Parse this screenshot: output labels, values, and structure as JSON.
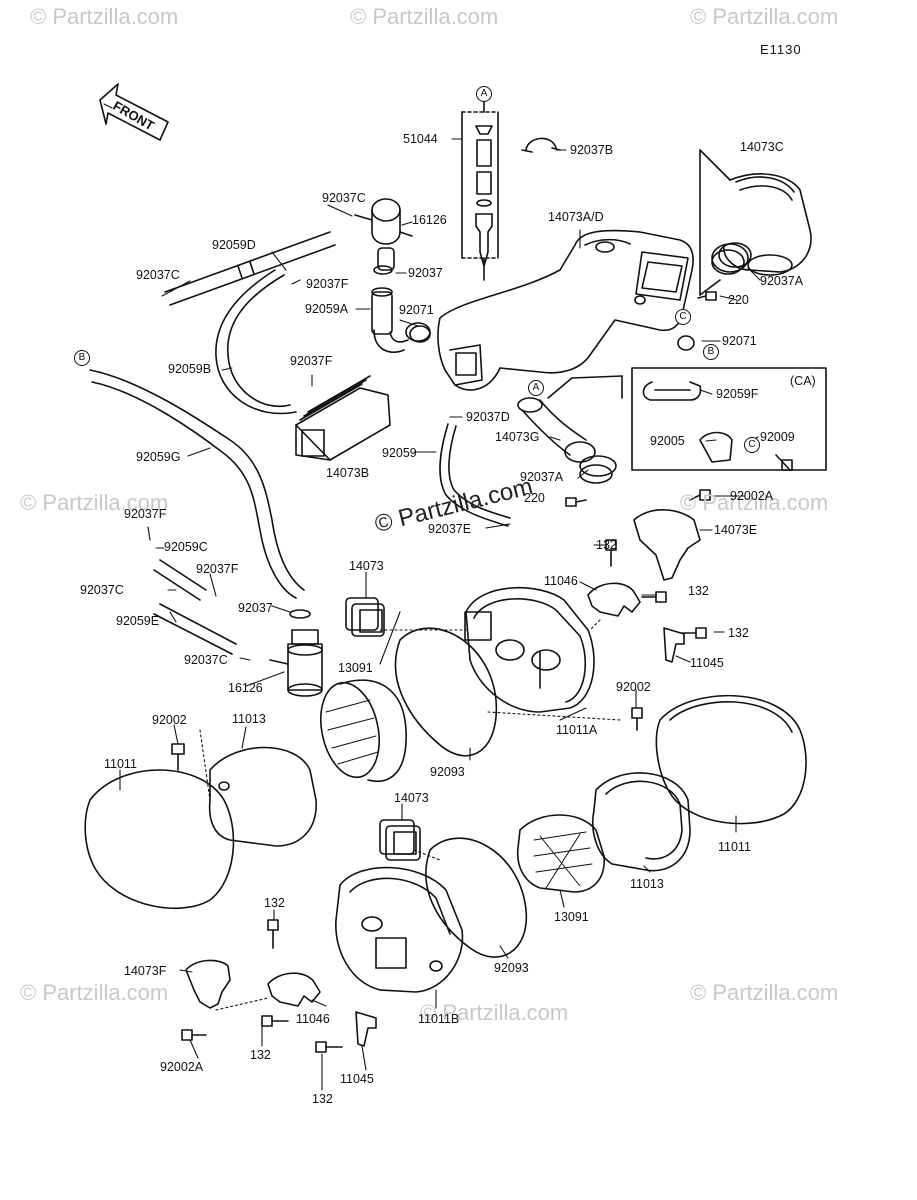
{
  "diagram_code": "E1130",
  "front_label": "FRONT",
  "variant_label": "(CA)",
  "center_watermark": "© Partzilla.com",
  "watermarks": [
    "© Partzilla.com",
    "© Partzilla.com",
    "© Partzilla.com",
    "© Partzilla.com",
    "© Partzilla.com",
    "© Partzilla.com",
    "© Partzilla.com",
    "© Partzilla.com"
  ],
  "ref_markers": [
    "A",
    "A",
    "B",
    "B",
    "C",
    "C"
  ],
  "part_labels": [
    "51044",
    "92037B",
    "14073C",
    "92037C",
    "16126",
    "92059D",
    "92037C",
    "92037F",
    "92037",
    "14073A/D",
    "92059A",
    "92071",
    "92037A",
    "220",
    "92071",
    "92059B",
    "92037F",
    "92059F",
    "92059G",
    "92037D",
    "14073G",
    "92005",
    "92009",
    "92059",
    "14073B",
    "92037A",
    "220",
    "92002A",
    "92037F",
    "92059C",
    "92037F",
    "92037E",
    "14073E",
    "132",
    "92037C",
    "14073",
    "11046",
    "132",
    "92059E",
    "92037",
    "132",
    "92037C",
    "11045",
    "13091",
    "16126",
    "92002",
    "11011A",
    "92002",
    "11013",
    "11011",
    "92093",
    "14073",
    "11011",
    "11013",
    "13091",
    "132",
    "92093",
    "14073F",
    "11046",
    "11011B",
    "132",
    "92002A",
    "11045",
    "132"
  ]
}
